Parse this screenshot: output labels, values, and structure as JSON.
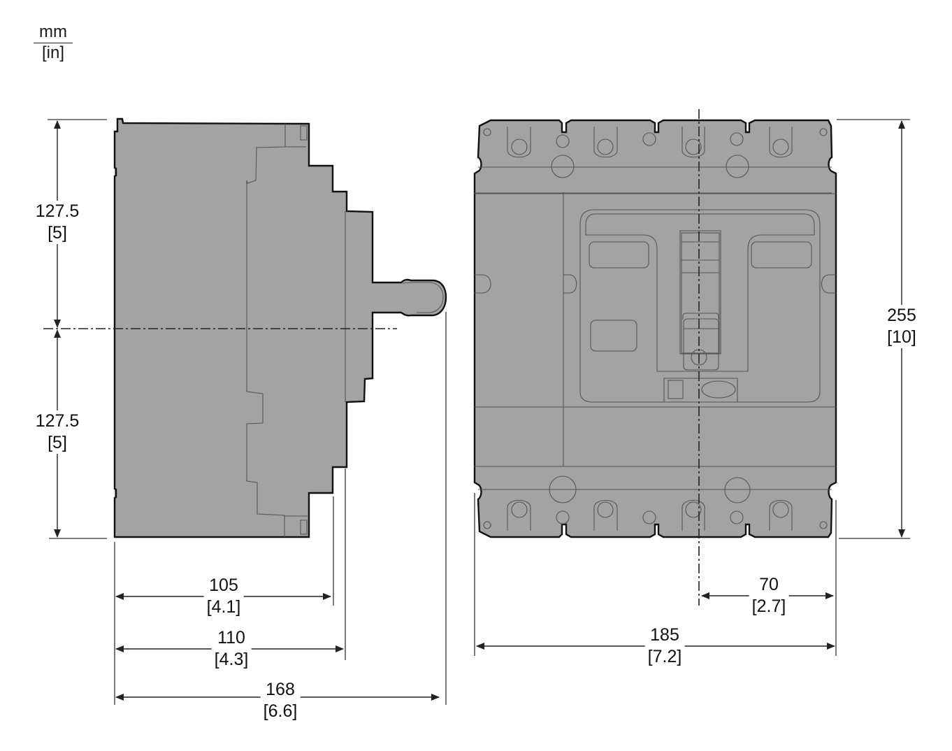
{
  "drawing": {
    "units": {
      "primary": "mm",
      "secondary": "[in]"
    },
    "views": [
      {
        "name": "side-view",
        "description": "Side profile of circuit breaker with operating handle"
      },
      {
        "name": "front-view",
        "description": "Front face of 4-pole circuit breaker"
      }
    ],
    "dimensions": {
      "side_upper_height": {
        "mm": "127.5",
        "in": "[5]"
      },
      "side_lower_height": {
        "mm": "127.5",
        "in": "[5]"
      },
      "depth_to_front_face": {
        "mm": "105",
        "in": "[4.1]"
      },
      "depth_to_cover": {
        "mm": "110",
        "in": "[4.3]"
      },
      "depth_overall_handle": {
        "mm": "168",
        "in": "[6.6]"
      },
      "front_total_height": {
        "mm": "255",
        "in": "[10]"
      },
      "front_center_to_edge": {
        "mm": "70",
        "in": "[2.7]"
      },
      "front_total_width": {
        "mm": "185",
        "in": "[7.2]"
      }
    },
    "colors": {
      "body": "#a3a3a3",
      "outline": "#111111",
      "detail": "#555555",
      "background": "#ffffff"
    }
  }
}
